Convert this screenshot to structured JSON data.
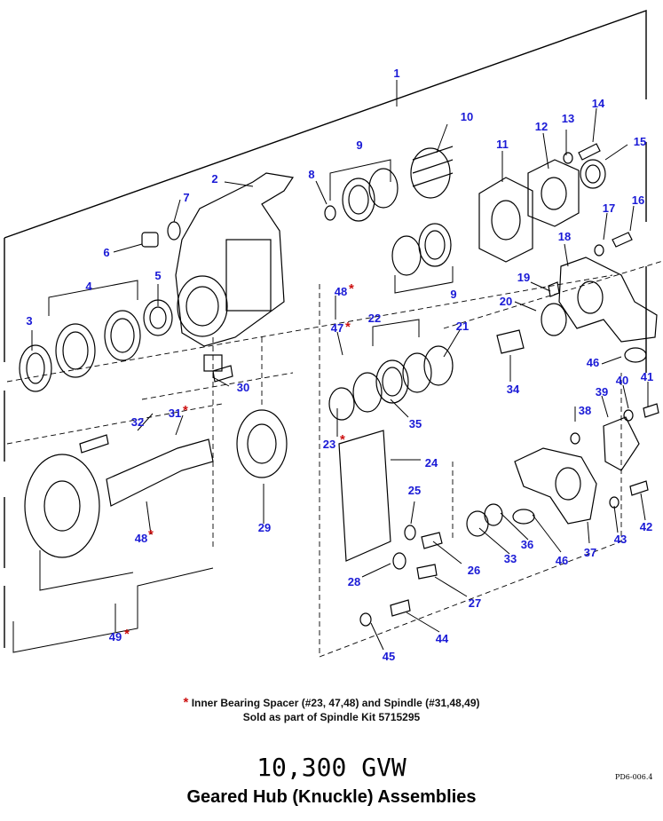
{
  "callouts": [
    {
      "text": "1"
    },
    {
      "text": "2"
    },
    {
      "text": "3"
    },
    {
      "text": "4"
    },
    {
      "text": "5"
    },
    {
      "text": "6"
    },
    {
      "text": "7"
    },
    {
      "text": "8"
    },
    {
      "text": "9"
    },
    {
      "text": "9"
    },
    {
      "text": "10"
    },
    {
      "text": "11"
    },
    {
      "text": "12"
    },
    {
      "text": "13"
    },
    {
      "text": "14"
    },
    {
      "text": "15"
    },
    {
      "text": "16"
    },
    {
      "text": "17"
    },
    {
      "text": "18"
    },
    {
      "text": "19"
    },
    {
      "text": "20"
    },
    {
      "text": "21"
    },
    {
      "text": "22"
    },
    {
      "text": "23",
      "starred": true
    },
    {
      "text": "24"
    },
    {
      "text": "25"
    },
    {
      "text": "26"
    },
    {
      "text": "27"
    },
    {
      "text": "28"
    },
    {
      "text": "29"
    },
    {
      "text": "30"
    },
    {
      "text": "31",
      "starred": true
    },
    {
      "text": "32"
    },
    {
      "text": "33"
    },
    {
      "text": "34"
    },
    {
      "text": "35"
    },
    {
      "text": "36"
    },
    {
      "text": "37"
    },
    {
      "text": "38"
    },
    {
      "text": "39"
    },
    {
      "text": "40"
    },
    {
      "text": "41"
    },
    {
      "text": "42"
    },
    {
      "text": "43"
    },
    {
      "text": "44"
    },
    {
      "text": "45"
    },
    {
      "text": "46"
    },
    {
      "text": "46"
    },
    {
      "text": "47",
      "starred": true
    },
    {
      "text": "48",
      "starred": true
    },
    {
      "text": "48",
      "starred": true
    },
    {
      "text": "49",
      "starred": true
    }
  ],
  "footnote": {
    "star": "*",
    "line1": "Inner Bearing Spacer (#23, 47,48)  and Spindle (#31,48,49)",
    "line2": "Sold as part of Spindle Kit 5715295"
  },
  "title": {
    "gvw": "10,300 GVW",
    "subtitle": "Geared Hub (Knuckle) Assemblies"
  },
  "drawing_code": "PD6-006.4",
  "colors": {
    "callout": "#1a1ad6",
    "star": "#cc1111",
    "linework": "#000000"
  }
}
